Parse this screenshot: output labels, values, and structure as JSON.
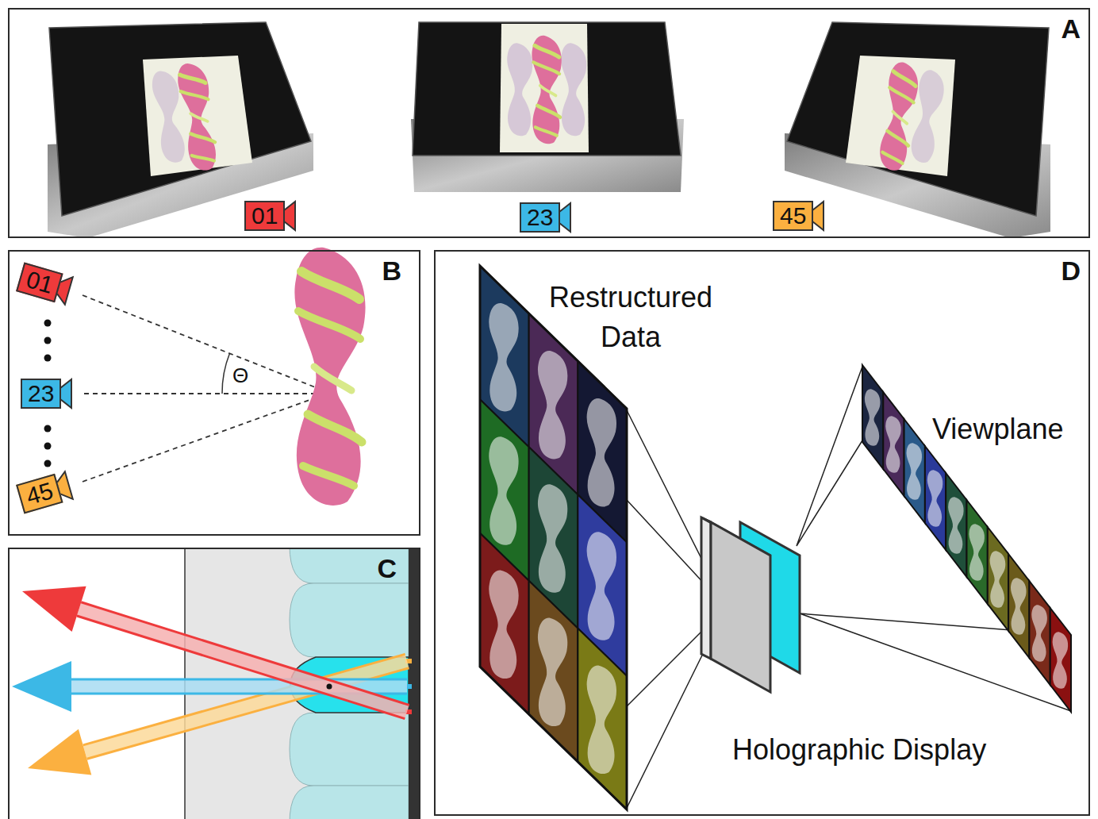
{
  "diagram": {
    "nodes": [
      {
        "text": [
          "A"
        ]
      },
      {
        "text": [
          "01"
        ],
        "in": 0
      },
      {
        "text": [
          "23"
        ],
        "in": 0
      },
      {
        "text": [
          "45"
        ],
        "in": 0
      },
      {
        "text": [
          "B"
        ]
      },
      {
        "text": [
          "01"
        ],
        "in": 4
      },
      {
        "text": [
          "23"
        ],
        "in": 4
      },
      {
        "text": [
          "45"
        ],
        "in": 4
      },
      {
        "text": [
          "C"
        ]
      },
      {
        "text": [
          "D"
        ]
      },
      {
        "text": [
          "Restructured Data"
        ],
        "in": 9
      },
      {
        "text": [
          "Holographic Display"
        ],
        "in": 9
      },
      {
        "text": [
          "Viewplane"
        ],
        "in": 9
      }
    ],
    "edges": [
      {
        "from": 10,
        "to": 11,
        "arrow": "none"
      },
      {
        "from": 11,
        "to": 12,
        "arrow": "none"
      }
    ],
    "labels": [
      "Θ"
    ]
  }
}
